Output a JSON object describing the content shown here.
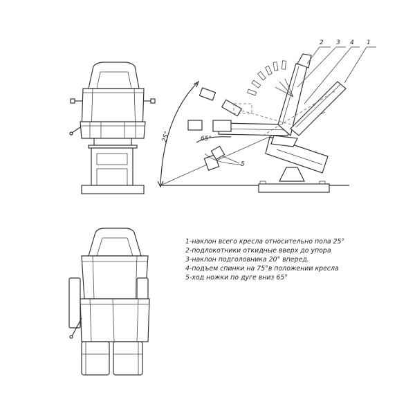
{
  "callouts": {
    "c1": "1",
    "c2": "2",
    "c3": "3",
    "c4": "4",
    "c5": "5"
  },
  "angles": {
    "tilt": "25°",
    "leg": "65°"
  },
  "notes": [
    "1-наклон всего кресла относительно пола 25°",
    "2-подлокотники откидные вверх до упора",
    "3-наклон подголовника 20° вперед.",
    "4-подъем спинки на 75°в положении кресла",
    "5-ход ножки по дуге вниз 65°"
  ]
}
